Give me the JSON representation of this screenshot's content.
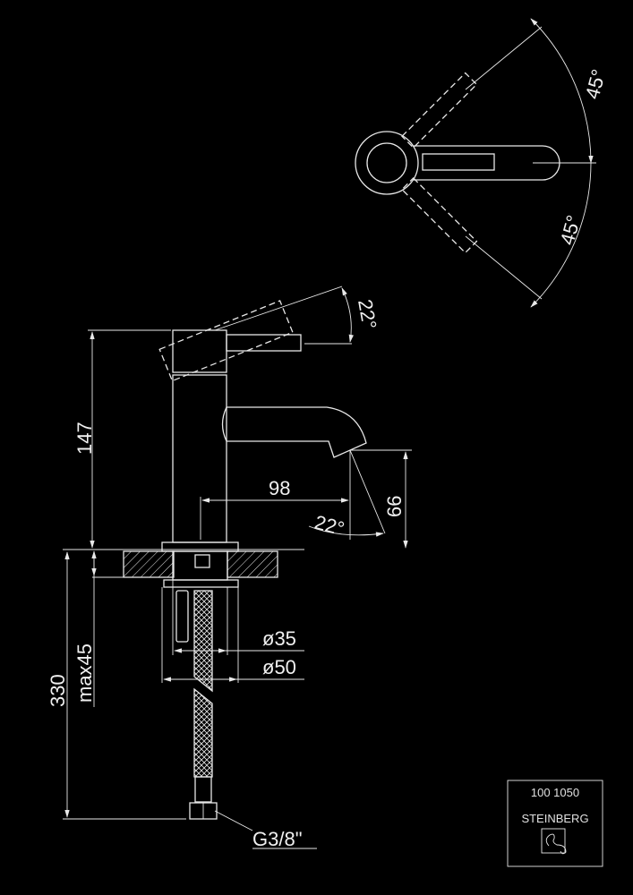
{
  "drawing": {
    "top_view": {
      "angle_upper": "45°",
      "angle_lower": "45°"
    },
    "side_view": {
      "lever_angle": "22°",
      "spout_angle": "22°",
      "height": "147",
      "reach": "98",
      "spout_height": "66",
      "total_length": "330",
      "max_deck_thickness": "max45",
      "hole_diameter": "ø35",
      "base_diameter": "ø50",
      "connection": "G3/8\""
    },
    "title_block": {
      "article_number": "100 1050",
      "brand": "STEINBERG"
    }
  },
  "colors": {
    "background": "#000000",
    "line": "#e8e8e8"
  }
}
